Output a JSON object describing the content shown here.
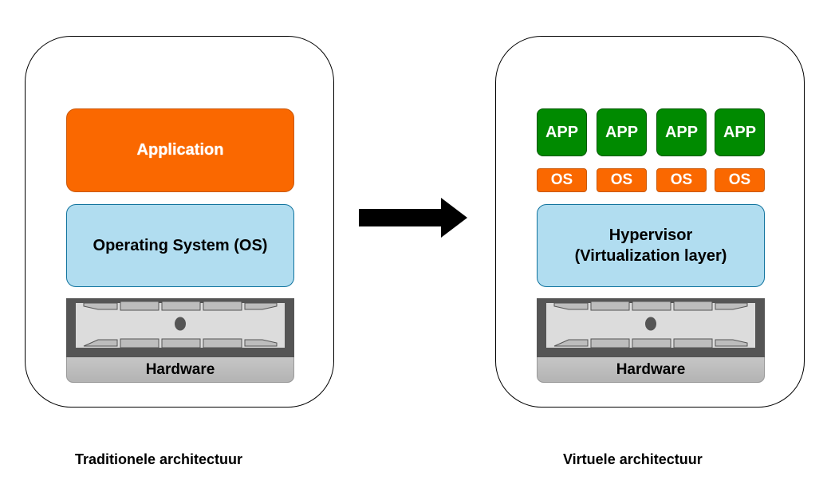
{
  "traditional": {
    "application_label": "Application",
    "os_label": "Operating System (OS)",
    "hardware_label": "Hardware",
    "caption": "Traditionele architectuur"
  },
  "virtual": {
    "apps": [
      "APP",
      "APP",
      "APP",
      "APP"
    ],
    "oses": [
      "OS",
      "OS",
      "OS",
      "OS"
    ],
    "hypervisor_line1": "Hypervisor",
    "hypervisor_line2": "(Virtualization layer)",
    "hardware_label": "Hardware",
    "caption": "Virtuele architectuur"
  },
  "colors": {
    "application": "#fa6800",
    "os_layer": "#b1ddf0",
    "app_green": "#008a00",
    "hardware_gray": "#c0c0c0",
    "arrow": "#000000"
  },
  "icons": {
    "hardware": "server-rack-icon",
    "arrow": "right-arrow-icon"
  }
}
